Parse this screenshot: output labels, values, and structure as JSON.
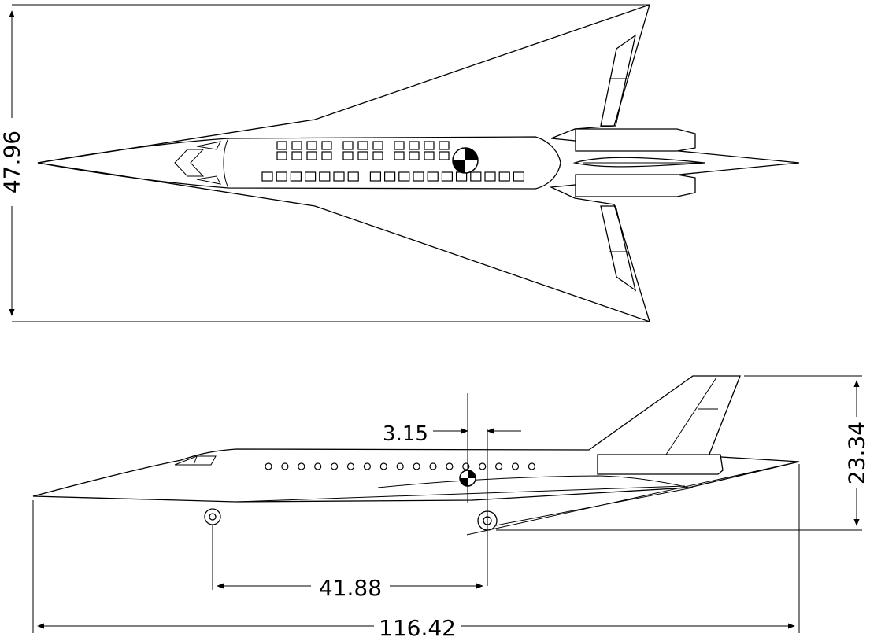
{
  "drawing": {
    "views": [
      "top-view",
      "side-view"
    ],
    "line_color": "#000000",
    "background": "#ffffff",
    "dimensions": {
      "wingspan": "47.96",
      "height": "23.34",
      "cg_offset": "3.15",
      "wheelbase": "41.88",
      "overall_length": "116.42"
    },
    "cabin": {
      "top_view_upper_row_windows": 22,
      "top_view_lower_row_windows": 18,
      "side_view_portholes": 17
    }
  }
}
